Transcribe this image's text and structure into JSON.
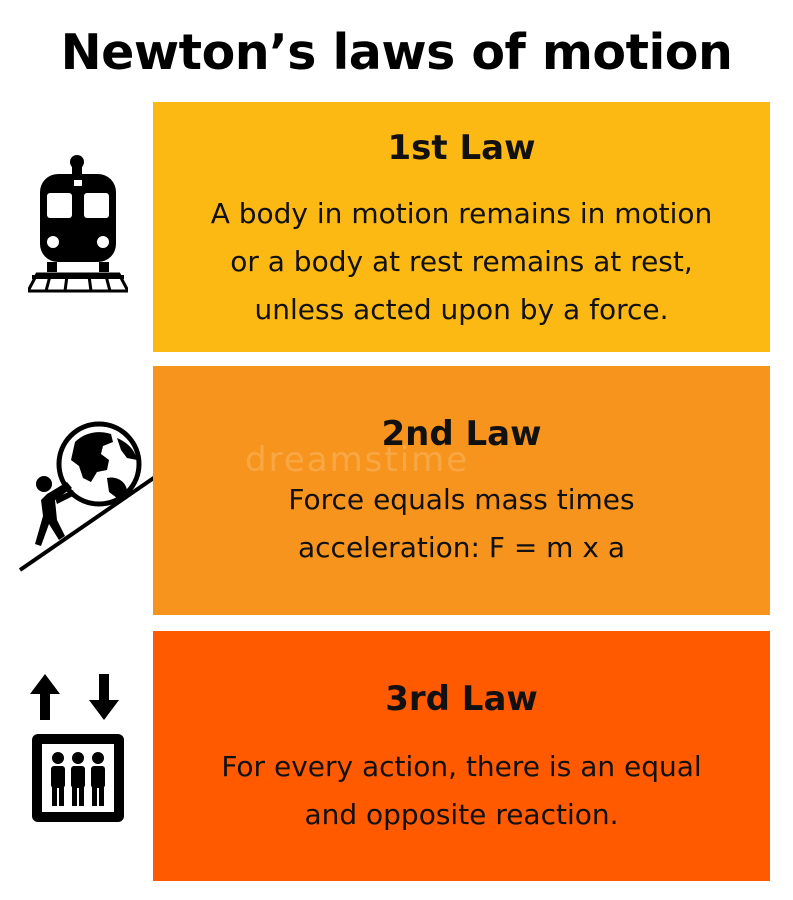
{
  "title": "Newton’s laws of motion",
  "watermark": "dreamstime",
  "laws": [
    {
      "heading": "1st Law",
      "lines": [
        "A body in motion remains in motion",
        "or a body at rest remains at rest,",
        "unless acted upon by a force."
      ],
      "color": "#fdb913",
      "icon": "train-icon"
    },
    {
      "heading": "2nd Law",
      "lines": [
        "Force equals mass times",
        "acceleration: F = m x a"
      ],
      "color": "#f7941d",
      "icon": "person-pushing-globe-icon"
    },
    {
      "heading": "3rd Law",
      "lines": [
        "For every action, there is an equal",
        "and opposite reaction."
      ],
      "color": "#ff5a00",
      "icon": "elevator-icon"
    }
  ]
}
